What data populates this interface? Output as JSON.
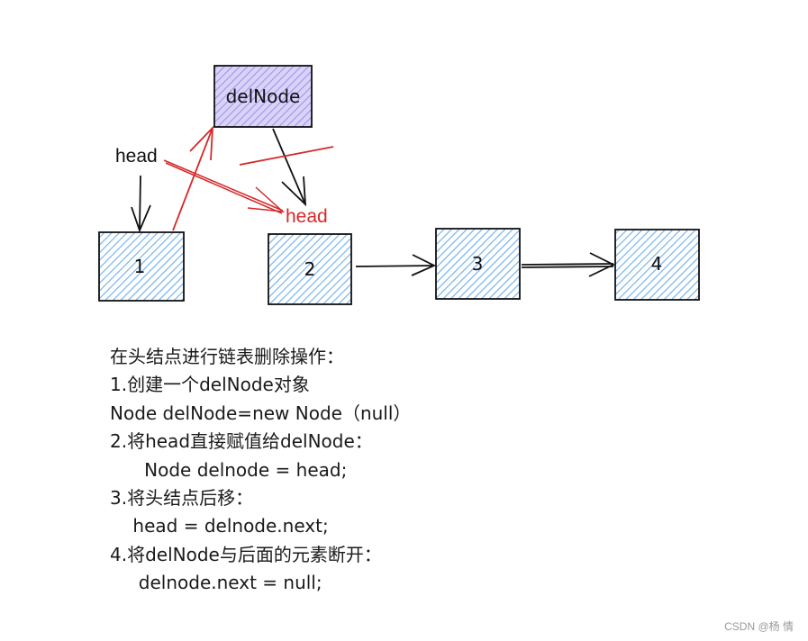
{
  "diagram": {
    "colors": {
      "node_fill": "#a5d0f5",
      "node_hatch": "#4a9ee8",
      "delnode_fill": "#c8bff2",
      "delnode_hatch": "#7d6ee0",
      "stroke": "#111111",
      "red": "#d62828"
    },
    "delnode": {
      "label": "delNode"
    },
    "nodes": [
      {
        "label": "1"
      },
      {
        "label": "2"
      },
      {
        "label": "3"
      },
      {
        "label": "4"
      }
    ],
    "labels": {
      "head_old": "head",
      "head_new": "head"
    }
  },
  "notes": {
    "lines": [
      "在头结点进行链表删除操作：",
      "1.创建一个delNode对象",
      "Node delNode=new Node（null）",
      "2.将head直接赋值给delNode：",
      "      Node delnode = head;",
      "3.将头结点后移：",
      "    head = delnode.next;",
      "4.将delNode与后面的元素断开：",
      "     delnode.next = null;"
    ]
  },
  "watermark": "CSDN @杨  情"
}
